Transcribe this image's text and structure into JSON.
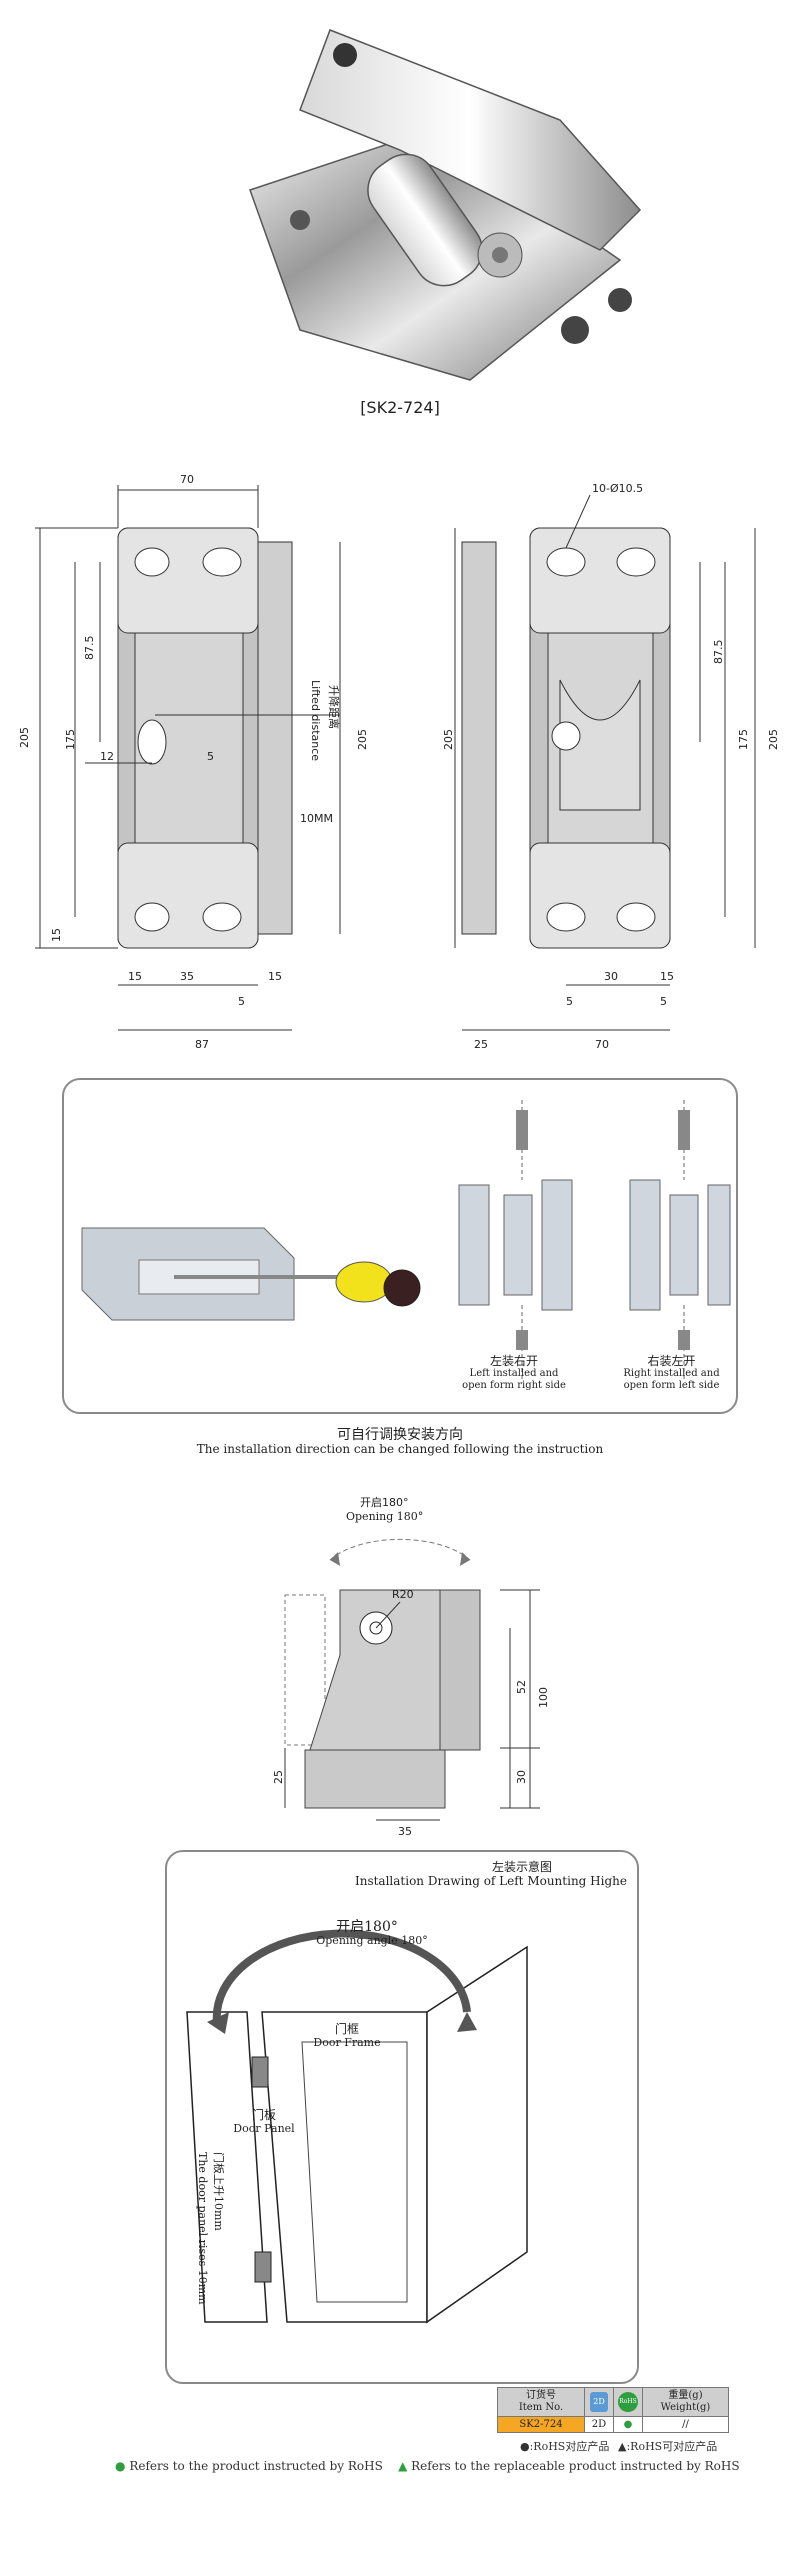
{
  "product": {
    "model_caption": "[SK2-724]"
  },
  "front_drawing": {
    "dim_width_top": "70",
    "dim_height_total": "205",
    "dim_height_inner": "175",
    "dim_87_5": "87.5",
    "dim_12": "12",
    "dim_5": "5",
    "dim_15": "15",
    "dim_bottom_15a": "15",
    "dim_bottom_35": "35",
    "dim_bottom_15b": "15",
    "dim_bottom_5": "5",
    "dim_87": "87",
    "lift_label_cn": "升降距离",
    "lift_label_en": "Lifted distance",
    "lift_value": "10MM",
    "dim_right_205": "205"
  },
  "back_drawing": {
    "hole_callout": "10-Ø10.5",
    "dim_left_205": "205",
    "dim_87_5": "87.5",
    "dim_175": "175",
    "dim_right_205": "205",
    "dim_30": "30",
    "dim_15": "15",
    "dim_5a": "5",
    "dim_5b": "5",
    "dim_25": "25",
    "dim_70": "70"
  },
  "install_panel": {
    "left_cn": "左装右开",
    "left_en_1": "Left installed and",
    "left_en_2": "open form right side",
    "right_cn": "右装左开",
    "right_en_1": "Right installed and",
    "right_en_2": "open form left side"
  },
  "direction_note": {
    "cn": "可自行调换安装方向",
    "en": "The installation direction can be changed following the instruction"
  },
  "top_view": {
    "open_cn": "开启180°",
    "open_en": "Opening 180°",
    "r20": "R20",
    "dim_52": "52",
    "dim_100": "100",
    "dim_25": "25",
    "dim_30": "30",
    "dim_35": "35"
  },
  "mounting": {
    "title_cn": "左装示意图",
    "title_en": "Installation Drawing of Left Mounting Highe",
    "open_cn": "开启180°",
    "open_en": "Opening angle 180°",
    "frame_cn": "门框",
    "frame_en": "Door Frame",
    "panel_cn": "门板",
    "panel_en": "Door Panel",
    "rise_cn": "门板上升10mm",
    "rise_en": "The door panel rises 10mm"
  },
  "order_table": {
    "item_cn": "订货号",
    "item_en": "Item No.",
    "icon1_label": "2D",
    "icon2_label": "RoHS",
    "weight_cn": "重量(g)",
    "weight_en": "Weight(g)",
    "item_value": "SK2-724",
    "twod_value": "2D",
    "rohs_value": "●",
    "weight_value": "//",
    "rohs_note": "●:RoHS对应产品",
    "replace_note": "▲:RoHS可对应产品"
  },
  "legend": {
    "item1": "Refers to the product instructed by RoHS",
    "item2": "Refers to the replaceable product instructed by RoHS"
  },
  "colors": {
    "accent_orange": "#f5a623",
    "green": "#2e9e3e",
    "frame_gray": "#8a8a8a"
  }
}
